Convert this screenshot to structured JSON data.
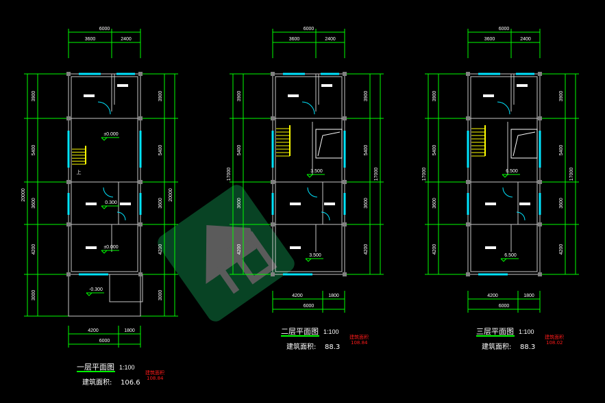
{
  "plans": [
    {
      "id": "floor1",
      "title": "一层平面图",
      "scale": "1:100",
      "area_label": "建筑面积:",
      "area_value": "106.6",
      "red_label": "建筑面积",
      "red_value": "108.84",
      "top_total": "6000",
      "top_parts": [
        "3600",
        "2400"
      ],
      "bottom_parts": [
        "4200",
        "1800"
      ],
      "bottom_total": "6000",
      "side_parts": [
        "3900",
        "5400",
        "3600",
        "4200",
        "3000"
      ],
      "side_total": "20000",
      "elevations": [
        "±0.000",
        "0.300",
        "±0.000",
        "-0.300"
      ],
      "stair_mark": "上"
    },
    {
      "id": "floor2",
      "title": "二层平面图",
      "scale": "1:100",
      "area_label": "建筑面积:",
      "area_value": "88.3",
      "red_label": "建筑面积",
      "red_value": "108.84",
      "top_total": "6000",
      "top_parts": [
        "3600",
        "2400"
      ],
      "bottom_parts": [
        "4200",
        "1800"
      ],
      "bottom_total": "6000",
      "side_parts": [
        "3900",
        "5400",
        "3600",
        "4200"
      ],
      "side_total": "17000",
      "elevations": [
        "3.500",
        "3.500"
      ]
    },
    {
      "id": "floor3",
      "title": "三层平面图",
      "scale": "1:100",
      "area_label": "建筑面积:",
      "area_value": "88.3",
      "red_label": "建筑面积",
      "red_value": "108.02",
      "top_total": "6000",
      "top_parts": [
        "3600",
        "2400"
      ],
      "bottom_parts": [
        "4200",
        "1800"
      ],
      "bottom_total": "6000",
      "side_parts": [
        "3900",
        "5400",
        "3600",
        "4200"
      ],
      "side_total": "17000",
      "elevations": [
        "6.500",
        "6.500"
      ]
    }
  ],
  "colors": {
    "dimension": "#00ff00",
    "window": "#00e5ff",
    "stair": "#ffff00",
    "wall": "#c8c8c8",
    "note": "#ff1a1a",
    "watermark": "#0b5a30"
  }
}
